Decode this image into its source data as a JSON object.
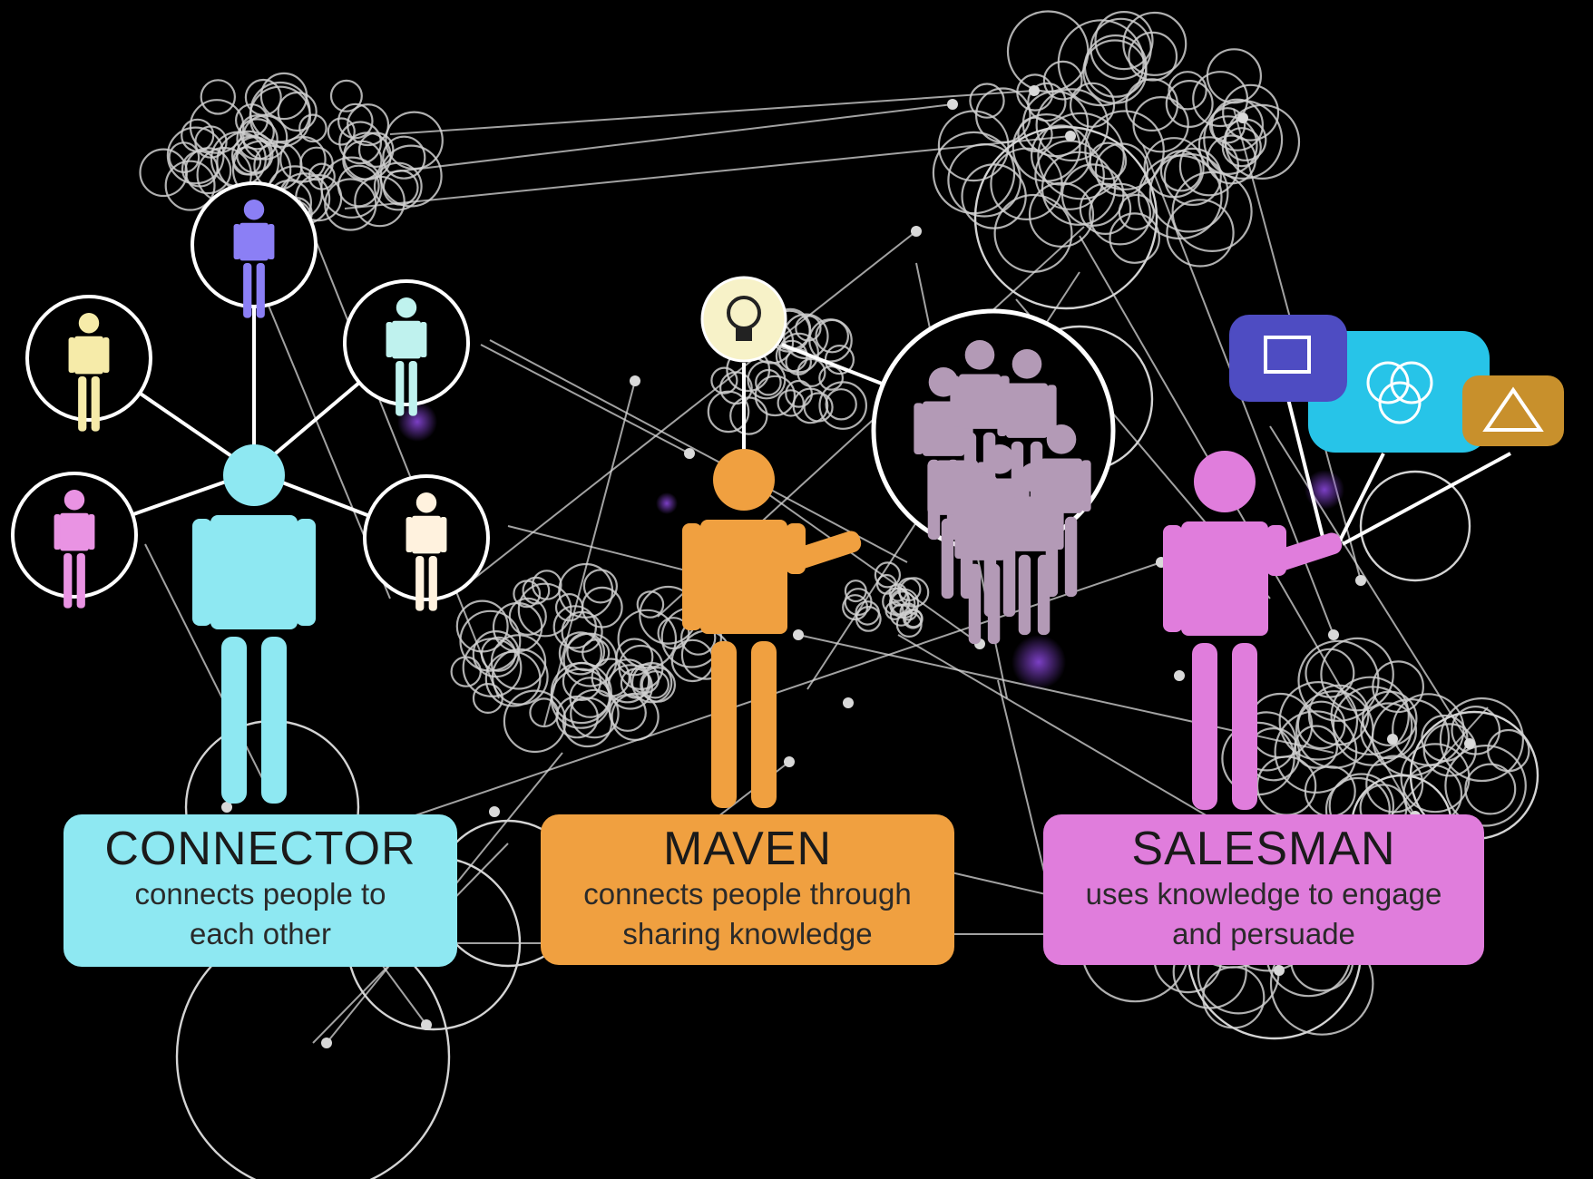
{
  "colors": {
    "background": "#000000",
    "network_line": "#d9d9d9",
    "connector": "#8ee8f2",
    "maven": "#f0a040",
    "salesman": "#e07ddc",
    "glow": "#7b3fc4"
  },
  "roles": [
    {
      "id": "connector",
      "title": "CONNECTOR",
      "desc_line1": "connects people to",
      "desc_line2": "each other",
      "color": "#8ee8f2",
      "contacts": [
        "#8b7ff5",
        "#f6eba9",
        "#bff2ee",
        "#e993e3",
        "#fff2de"
      ]
    },
    {
      "id": "maven",
      "title": "MAVEN",
      "desc_line1": "connects people through",
      "desc_line2": "sharing knowledge",
      "color": "#f0a040",
      "icons": [
        "lightbulb-icon",
        "crowd-icon"
      ],
      "crowd_color": "#b39ab6"
    },
    {
      "id": "salesman",
      "title": "SALESMAN",
      "desc_line1": "uses knowledge to engage",
      "desc_line2": "and persuade",
      "color": "#e07ddc",
      "icons": [
        "square-icon",
        "venn-icon",
        "triangle-icon"
      ],
      "icon_colors": [
        "#4e4cc2",
        "#27c4e8",
        "#c8902c"
      ]
    }
  ]
}
